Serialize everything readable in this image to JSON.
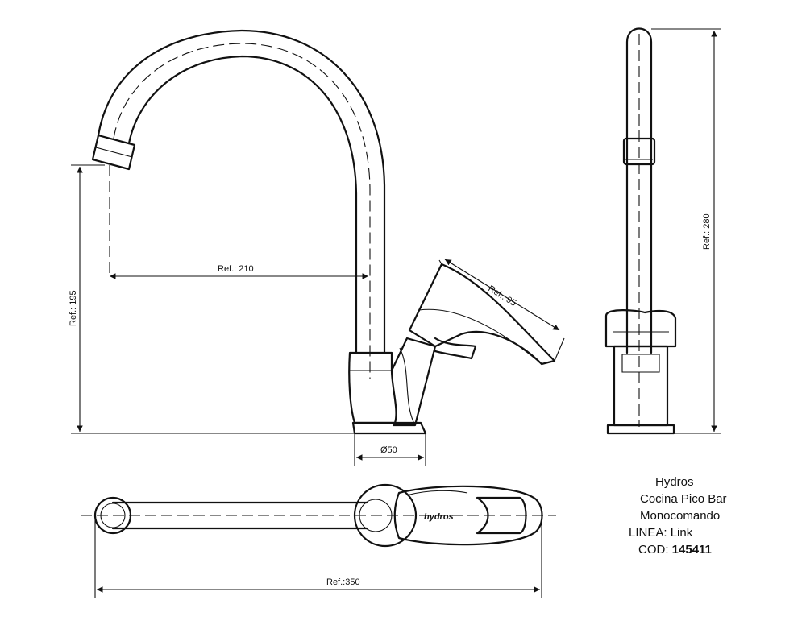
{
  "dimensions": {
    "spout_reach": "Ref.: 210",
    "lever_length": "Ref.: 95",
    "spout_height": "Ref.: 195",
    "total_height": "Ref.: 280",
    "base_diameter": "Ø50",
    "total_length": "Ref.:350"
  },
  "info": {
    "brand": "Hydros",
    "product": "Cocina Pico Bar",
    "type": "Monocomando",
    "line_label": "LINEA:",
    "line_value": "Link",
    "code_label": "COD:",
    "code_value": "145411"
  },
  "logo_text": "hydros"
}
